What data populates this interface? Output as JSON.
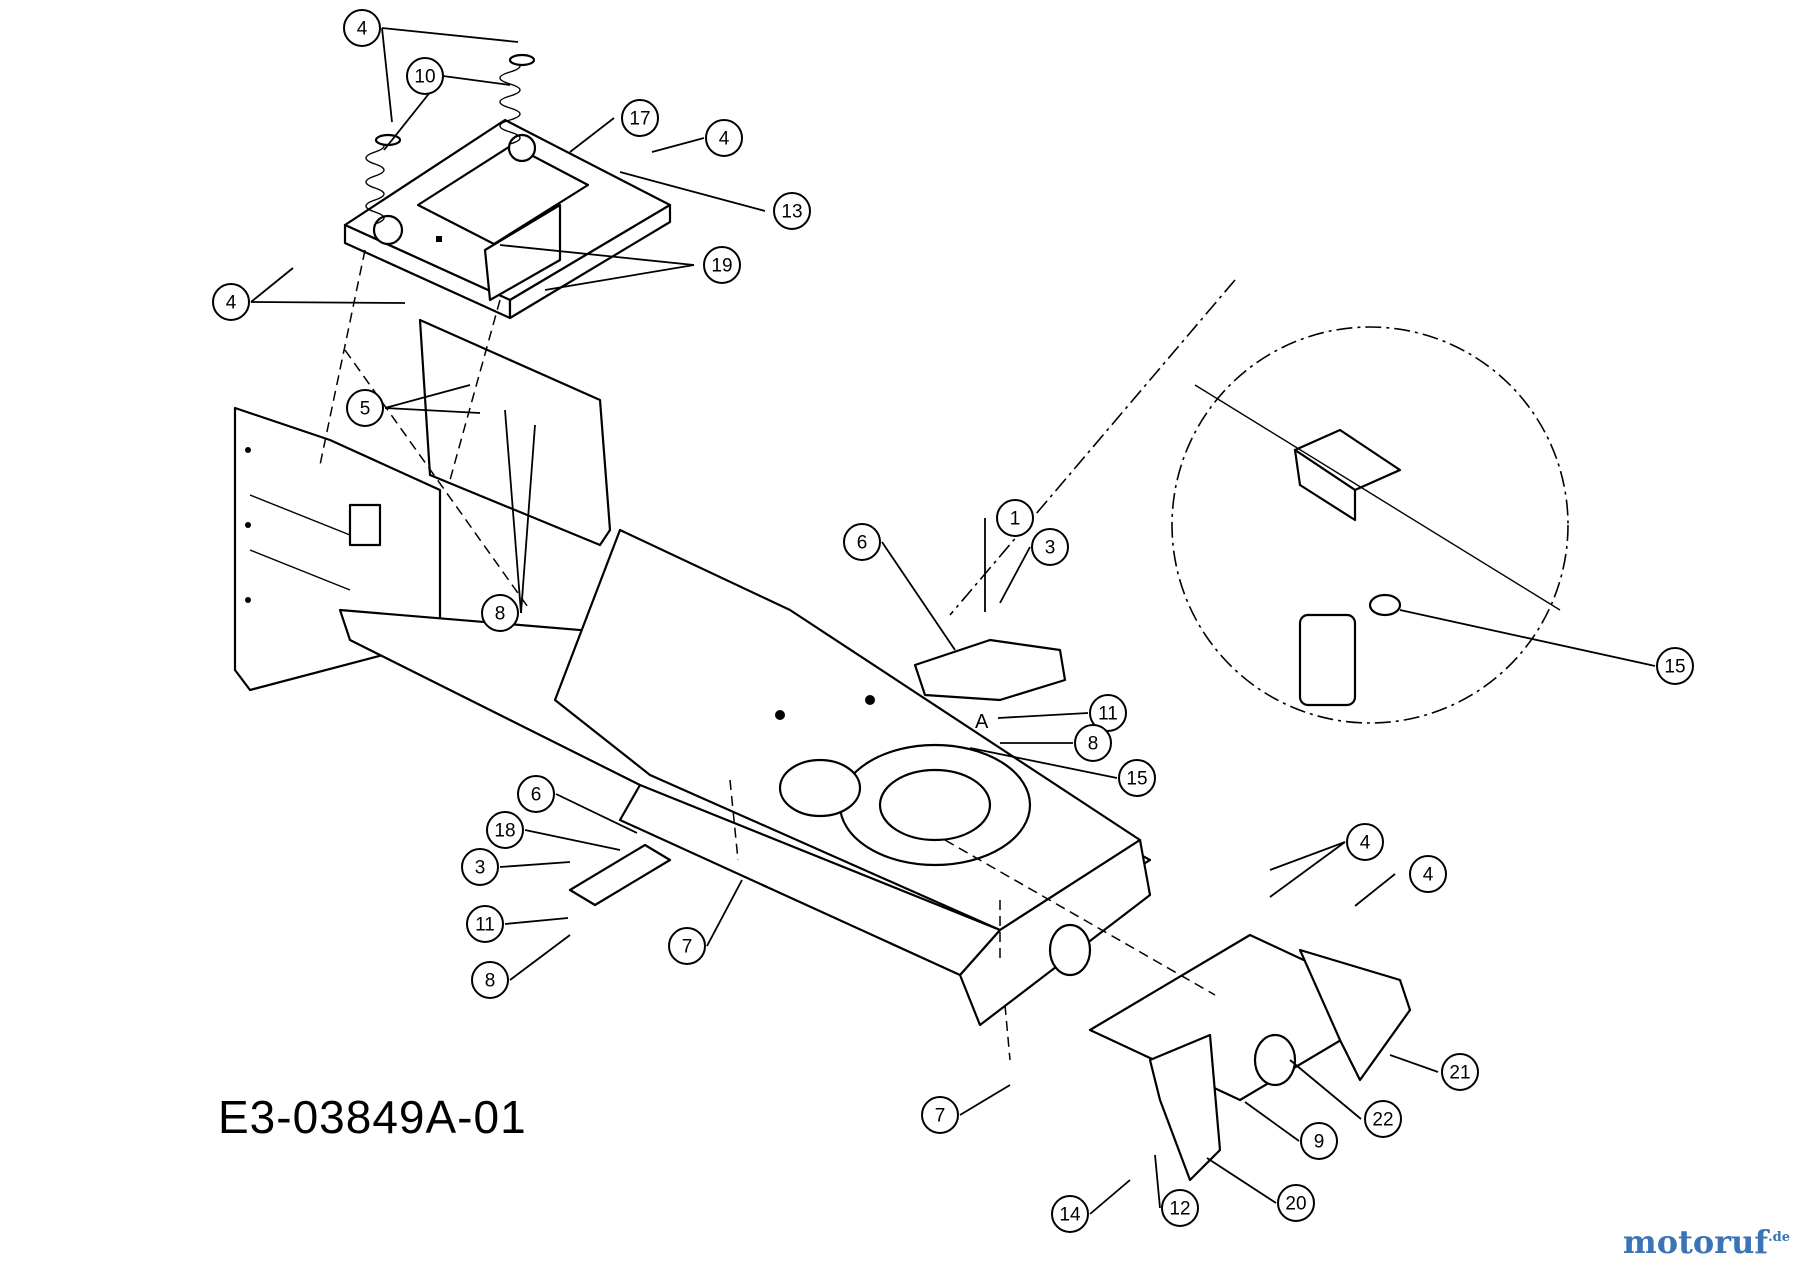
{
  "diagram": {
    "drawing_code": "E3-03849A-01",
    "detail_marker": "A",
    "watermark": {
      "brand_blue": "motoruf",
      "brand_suffix": ".de"
    },
    "callouts": [
      {
        "id": "c1",
        "label": "4"
      },
      {
        "id": "c2",
        "label": "10"
      },
      {
        "id": "c3",
        "label": "17"
      },
      {
        "id": "c4",
        "label": "4"
      },
      {
        "id": "c5",
        "label": "13"
      },
      {
        "id": "c6",
        "label": "19"
      },
      {
        "id": "c7",
        "label": "4"
      },
      {
        "id": "c8",
        "label": "5"
      },
      {
        "id": "c9",
        "label": "8"
      },
      {
        "id": "c10",
        "label": "1"
      },
      {
        "id": "c11",
        "label": "6"
      },
      {
        "id": "c12",
        "label": "3"
      },
      {
        "id": "c13",
        "label": "11"
      },
      {
        "id": "c14",
        "label": "8"
      },
      {
        "id": "c15",
        "label": "15"
      },
      {
        "id": "c16",
        "label": "15"
      },
      {
        "id": "c17",
        "label": "6"
      },
      {
        "id": "c18",
        "label": "18"
      },
      {
        "id": "c19",
        "label": "3"
      },
      {
        "id": "c20",
        "label": "11"
      },
      {
        "id": "c21",
        "label": "8"
      },
      {
        "id": "c22",
        "label": "7"
      },
      {
        "id": "c23",
        "label": "4"
      },
      {
        "id": "c24",
        "label": "4"
      },
      {
        "id": "c25",
        "label": "7"
      },
      {
        "id": "c26",
        "label": "21"
      },
      {
        "id": "c27",
        "label": "22"
      },
      {
        "id": "c28",
        "label": "9"
      },
      {
        "id": "c29",
        "label": "20"
      },
      {
        "id": "c30",
        "label": "14"
      },
      {
        "id": "c31",
        "label": "12"
      }
    ]
  }
}
